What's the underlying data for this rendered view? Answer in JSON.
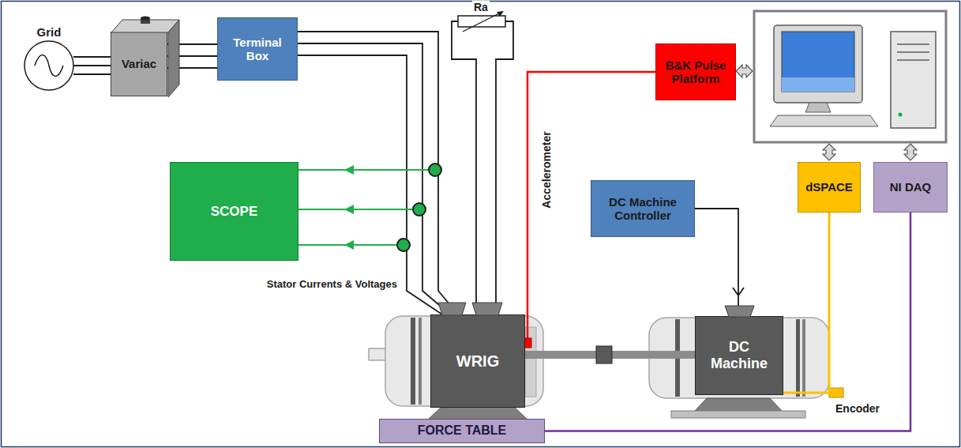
{
  "diagram": {
    "nodes": [
      {
        "text": [
          "Grid"
        ]
      },
      {
        "text": [
          "Variac"
        ]
      },
      {
        "text": [
          "Terminal Box"
        ]
      },
      {
        "text": [
          "B&K Pulse Platform"
        ]
      },
      {
        "text": [
          "SCOPE"
        ]
      },
      {
        "text": [
          "DC Machine Controller"
        ]
      },
      {
        "text": [
          "dSPACE"
        ]
      },
      {
        "text": [
          "NI DAQ"
        ]
      },
      {
        "text": [
          "WRIG"
        ]
      },
      {
        "text": [
          "DC Machine"
        ]
      },
      {
        "text": [
          "FORCE TABLE"
        ]
      }
    ],
    "edges": [
      {
        "from": 0,
        "to": 1,
        "arrow": "none"
      },
      {
        "from": 1,
        "to": 2,
        "arrow": "none"
      },
      {
        "from": 2,
        "to": 8,
        "arrow": "none"
      },
      {
        "from": 8,
        "to": 3,
        "arrow": "none"
      },
      {
        "from": 5,
        "to": 9,
        "arrow": "none"
      },
      {
        "from": 6,
        "to": 9,
        "arrow": "none"
      },
      {
        "from": 7,
        "to": 10,
        "arrow": "none"
      },
      {
        "from": 8,
        "to": 9,
        "arrow": "none"
      }
    ],
    "labels": [
      "Ra",
      "Stator Currents & Voltages",
      "Accelerometer",
      "Encoder"
    ]
  }
}
